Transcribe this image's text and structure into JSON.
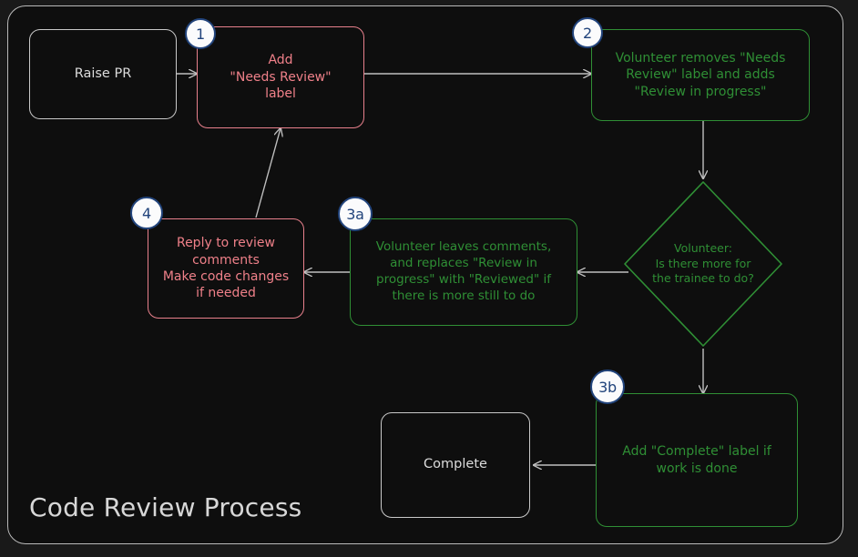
{
  "diagram": {
    "title": "Code Review Process",
    "colors": {
      "background": "#0e0e0e",
      "frame_border": "#b9b9b9",
      "grey_node": "#c9c9c9",
      "red_node": "#ef8089",
      "green_node": "#2f8f35",
      "badge_fill": "#fbfbfc",
      "badge_border": "#22447c",
      "edge": "#bfbfbf",
      "title_text": "#d7d7d7"
    }
  },
  "nodes": [
    {
      "id": "raise-pr",
      "label": "Raise PR",
      "style": "grey",
      "badge": null
    },
    {
      "id": "add-label",
      "label": "Add\n\"Needs Review\"\nlabel",
      "style": "red",
      "badge": "1"
    },
    {
      "id": "volunteer-take",
      "label": "Volunteer removes \"Needs\nReview\" label and adds\n\"Review in progress\"",
      "style": "green",
      "badge": "2"
    },
    {
      "id": "decision",
      "label": "Volunteer:\nIs there more for\nthe trainee to do?",
      "style": "green",
      "badge": null
    },
    {
      "id": "leave-comments",
      "label": "Volunteer leaves comments,\nand replaces \"Review in\nprogress\" with \"Reviewed\" if\nthere is more still to do",
      "style": "green",
      "badge": "3a"
    },
    {
      "id": "reply",
      "label": "Reply to review\ncomments\nMake code changes\nif needed",
      "style": "red",
      "badge": "4"
    },
    {
      "id": "complete-label",
      "label": "Add \"Complete\" label if\nwork is done",
      "style": "green",
      "badge": "3b"
    },
    {
      "id": "complete",
      "label": "Complete",
      "style": "grey",
      "badge": null
    }
  ],
  "edges": [
    {
      "from": "raise-pr",
      "to": "add-label"
    },
    {
      "from": "add-label",
      "to": "volunteer-take"
    },
    {
      "from": "volunteer-take",
      "to": "decision"
    },
    {
      "from": "decision",
      "to": "leave-comments"
    },
    {
      "from": "decision",
      "to": "complete-label"
    },
    {
      "from": "leave-comments",
      "to": "reply"
    },
    {
      "from": "reply",
      "to": "add-label"
    },
    {
      "from": "complete-label",
      "to": "complete"
    }
  ]
}
